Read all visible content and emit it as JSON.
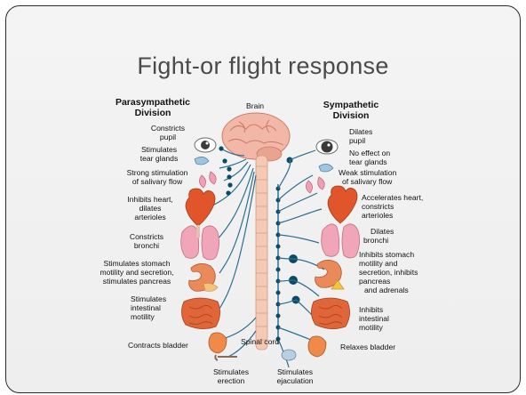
{
  "title": "Fight-or flight response",
  "headers": {
    "para_line1": "Parasympathetic",
    "para_line2": "Division",
    "brain": "Brain",
    "symp_line1": "Sympathetic",
    "symp_line2": "Division",
    "spinal_cord": "Spinal cord"
  },
  "parasympathetic": [
    [
      "Constricts",
      "pupil"
    ],
    [
      "Stimulates",
      "tear glands"
    ],
    [
      "Strong stimulation",
      "of salivary flow"
    ],
    [
      "Inhibits heart,",
      "dilates",
      "arterioles"
    ],
    [
      "Constricts",
      "bronchi"
    ],
    [
      "Stimulates stomach",
      "motility and secretion,",
      "stimulates pancreas"
    ],
    [
      "Stimulates",
      "intestinal",
      "motility"
    ],
    [
      "Contracts bladder"
    ],
    [
      "Stimulates",
      "erection"
    ]
  ],
  "sympathetic": [
    [
      "Dilates",
      "pupil"
    ],
    [
      "No effect on",
      "tear glands"
    ],
    [
      "Weak stimulation",
      "of salivary flow"
    ],
    [
      "Accelerates heart,",
      "constricts",
      "arterioles"
    ],
    [
      "Dilates",
      "bronchi"
    ],
    [
      "Inhibits stomach",
      "motility and",
      "secretion, inhibits",
      "pancreas",
      "and adrenals"
    ],
    [
      "Inhibits",
      "intestinal",
      "motility"
    ],
    [
      "Relaxes bladder"
    ],
    [
      "Stimulates",
      "ejaculation"
    ]
  ],
  "colors": {
    "nerve": "#2b6f8f",
    "ganglion": "#0d4a66",
    "brain": "#f2b7a6",
    "spine": "#f6c9b4",
    "heart": "#e0552a",
    "lung": "#f0a6b8",
    "stomach": "#ea8a5a",
    "intestine": "#e0663a"
  }
}
